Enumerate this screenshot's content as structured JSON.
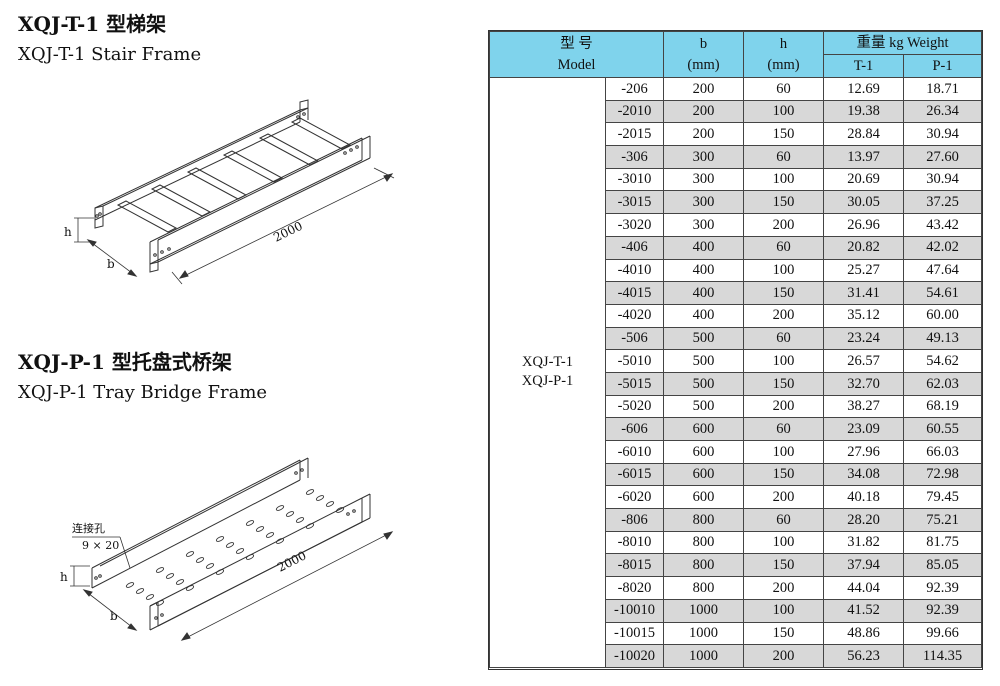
{
  "headings": {
    "ladder_title": "XQJ-T-1 型梯架",
    "ladder_subtitle": "XQJ-T-1 Stair Frame",
    "tray_title": "XQJ-P-1 型托盘式桥架",
    "tray_subtitle": "XQJ-P-1 Tray Bridge Frame"
  },
  "ladder_figure": {
    "dim_h": "h",
    "dim_b": "b",
    "dim_length": "2000"
  },
  "tray_figure": {
    "dim_h": "h",
    "dim_b": "b",
    "dim_length": "2000",
    "hole_label": "连接孔",
    "hole_size": "9 × 20"
  },
  "table": {
    "header": {
      "model_cn": "型 号",
      "model_en": "Model",
      "b": "b",
      "b_unit": "(mm)",
      "h": "h",
      "h_unit": "(mm)",
      "weight": "重量 kg Weight",
      "t1": "T-1",
      "p1": "P-1"
    },
    "model_group": [
      "XQJ-T-1",
      "XQJ-P-1"
    ],
    "rows": [
      [
        "-206",
        "200",
        "60",
        "12.69",
        "18.71"
      ],
      [
        "-2010",
        "200",
        "100",
        "19.38",
        "26.34"
      ],
      [
        "-2015",
        "200",
        "150",
        "28.84",
        "30.94"
      ],
      [
        "-306",
        "300",
        "60",
        "13.97",
        "27.60"
      ],
      [
        "-3010",
        "300",
        "100",
        "20.69",
        "30.94"
      ],
      [
        "-3015",
        "300",
        "150",
        "30.05",
        "37.25"
      ],
      [
        "-3020",
        "300",
        "200",
        "26.96",
        "43.42"
      ],
      [
        "-406",
        "400",
        "60",
        "20.82",
        "42.02"
      ],
      [
        "-4010",
        "400",
        "100",
        "25.27",
        "47.64"
      ],
      [
        "-4015",
        "400",
        "150",
        "31.41",
        "54.61"
      ],
      [
        "-4020",
        "400",
        "200",
        "35.12",
        "60.00"
      ],
      [
        "-506",
        "500",
        "60",
        "23.24",
        "49.13"
      ],
      [
        "-5010",
        "500",
        "100",
        "26.57",
        "54.62"
      ],
      [
        "-5015",
        "500",
        "150",
        "32.70",
        "62.03"
      ],
      [
        "-5020",
        "500",
        "200",
        "38.27",
        "68.19"
      ],
      [
        "-606",
        "600",
        "60",
        "23.09",
        "60.55"
      ],
      [
        "-6010",
        "600",
        "100",
        "27.96",
        "66.03"
      ],
      [
        "-6015",
        "600",
        "150",
        "34.08",
        "72.98"
      ],
      [
        "-6020",
        "600",
        "200",
        "40.18",
        "79.45"
      ],
      [
        "-806",
        "800",
        "60",
        "28.20",
        "75.21"
      ],
      [
        "-8010",
        "800",
        "100",
        "31.82",
        "81.75"
      ],
      [
        "-8015",
        "800",
        "150",
        "37.94",
        "85.05"
      ],
      [
        "-8020",
        "800",
        "200",
        "44.04",
        "92.39"
      ],
      [
        "-10010",
        "1000",
        "100",
        "41.52",
        "92.39"
      ],
      [
        "-10015",
        "1000",
        "150",
        "48.86",
        "99.66"
      ],
      [
        "-10020",
        "1000",
        "200",
        "56.23",
        "114.35"
      ]
    ]
  }
}
